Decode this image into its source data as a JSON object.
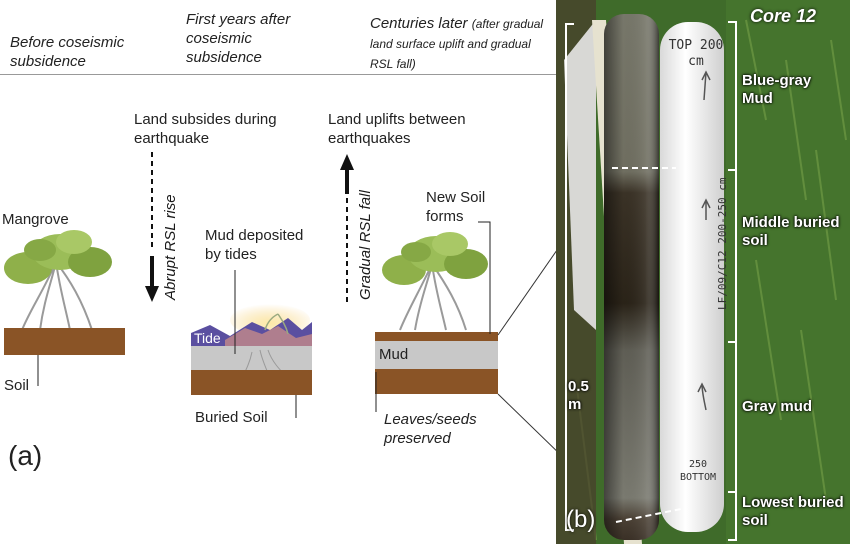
{
  "header": {
    "col1": "Before coseismic subsidence",
    "col2": "First years after coseismic subsidence",
    "col3_main": "Centuries later",
    "col3_note": "(after gradual land surface uplift and gradual RSL fall)"
  },
  "panel_a": {
    "label": "(a)",
    "mangrove_label": "Mangrove",
    "soil_label": "Soil",
    "land_subsides": "Land subsides during earthquake",
    "abrupt_rise": "Abrupt RSL rise",
    "mud_deposited": "Mud deposited by tides",
    "tide_label": "Tide",
    "buried_soil": "Buried Soil",
    "land_uplifts": "Land uplifts between earthquakes",
    "gradual_fall": "Gradual RSL fall",
    "new_soil": "New Soil forms",
    "mud_label": "Mud",
    "leaves_seeds": "Leaves/seeds preserved"
  },
  "panel_b": {
    "label": "(b)",
    "core_title": "Core 12",
    "scale_label": "0.5 m",
    "pipe_top": "TOP 200 cm",
    "pipe_id": "LF/09/C12 200-250 cm",
    "pipe_bottom": "250 BOTTOM",
    "layers": [
      "Blue-gray Mud",
      "Middle buried soil",
      "Gray mud",
      "Lowest buried soil"
    ]
  },
  "colors": {
    "soil": "#8a5426",
    "mud": "#c8c8c8",
    "tide": "#5a4fa0",
    "foliage": "#8fb04a",
    "grass": "#3f6b2a"
  }
}
